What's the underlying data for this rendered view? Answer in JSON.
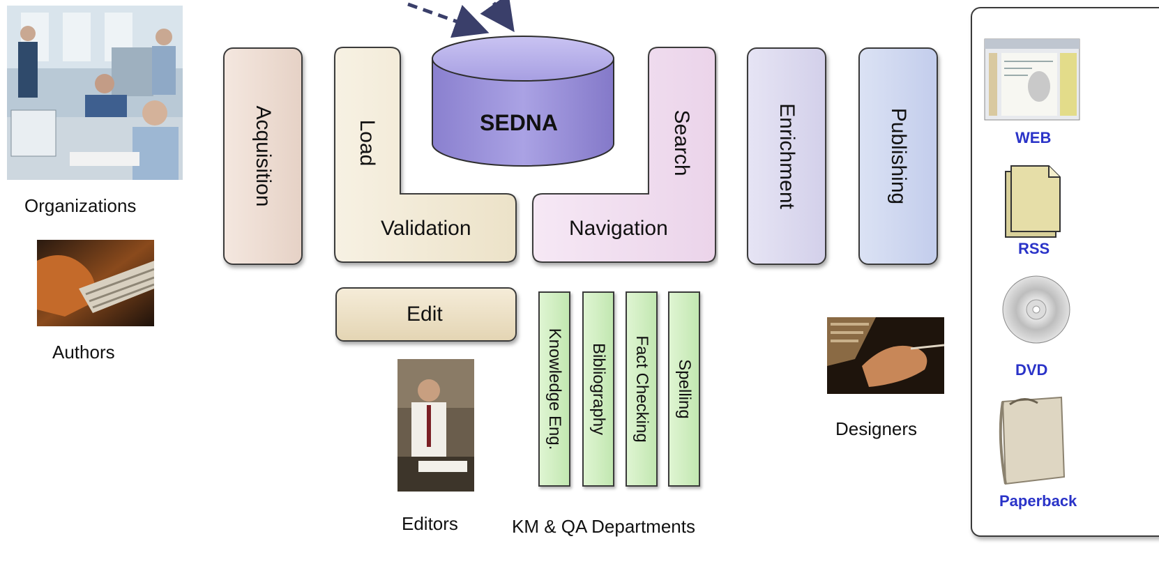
{
  "central_db": {
    "label": "SEDNA"
  },
  "stages": {
    "acquisition": "Acquisition",
    "load": "Load",
    "validation": "Validation",
    "search": "Search",
    "navigation": "Navigation",
    "enrichment": "Enrichment",
    "publishing": "Publishing",
    "edit": "Edit"
  },
  "qa_modules": [
    "Knowledge Eng.",
    "Bibliography",
    "Fact Checking",
    "Spelling"
  ],
  "actors": {
    "organizations": "Organizations",
    "authors": "Authors",
    "editors": "Editors",
    "km_qa": "KM & QA Departments",
    "designers": "Designers"
  },
  "outputs": [
    "WEB",
    "RSS",
    "DVD",
    "Paperback"
  ],
  "colors": {
    "acquisition": "#eddcd2",
    "load_validation": "#f3ecd8",
    "search_navigation": "#f1def0",
    "enrichment": "#dcdaf0",
    "publishing": "#cdd6f0",
    "edit": "#eadfc4",
    "qa_module": "#cfeec0",
    "db": "#9a90d8",
    "output_label": "#2a33c8"
  }
}
